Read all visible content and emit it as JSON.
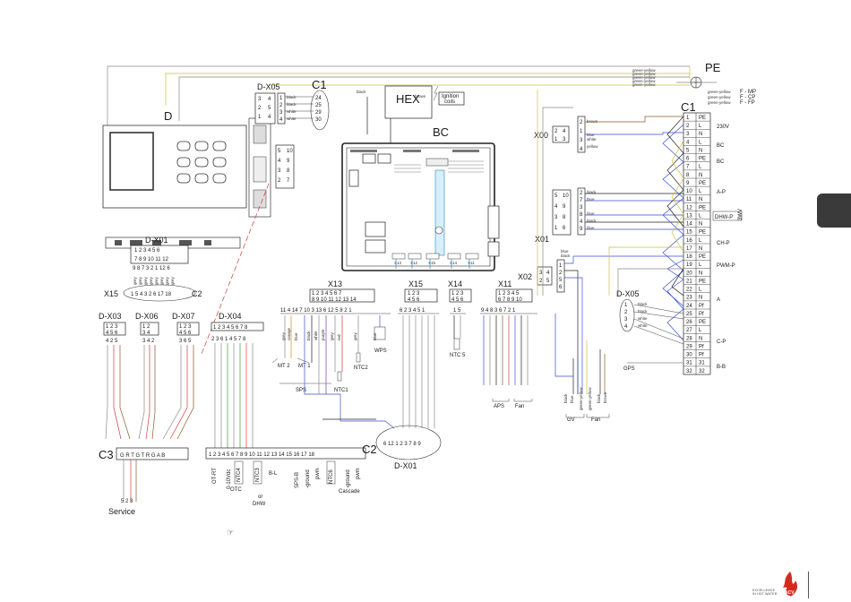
{
  "labels": {
    "pe": "PE",
    "hex": "HEX",
    "ignition": "Ignition",
    "ignition2": "coils",
    "bc": "BC",
    "d": "D",
    "c1_top": "C1",
    "c1_right": "C1",
    "dx05_top": "D-X05",
    "dx05_right": "D-X05",
    "x00": "X00",
    "x01": "X01",
    "x02": "X02",
    "x13": "X13",
    "x15": "X15",
    "x14": "X14",
    "x11": "X11",
    "dx01_left": "D-X01",
    "x15_left": "X15",
    "c2_left": "C2",
    "dx03": "D-X03",
    "dx06": "D-X06",
    "dx07": "D-X07",
    "dx04": "D-X04",
    "c3": "C3",
    "c2_bottom": "C2",
    "dx01_bottom": "D-X01",
    "service": "Service",
    "service_pins": "5 2 3",
    "c3_pins": "G R T G T R G A B",
    "c2_pins": "6 12 1 2 3 7 8 9",
    "bottom_pins": "1 2 3 4 5 6 7 8 9 10 11 12 13 14 15 16 17 18",
    "ot_rt": "OT-RT",
    "v010": "0-10Vdc",
    "ntc4": "NTC4",
    "otc": "OTC",
    "ntc3": "NTC3",
    "or": "or",
    "dhw": "DHW",
    "bl": "B-L",
    "sps_b": "SPS-B",
    "ground1": "-ground",
    "pwm1": "pwm",
    "ntc6": "NTC6",
    "ground2": "-ground",
    "pwm2": "pwm",
    "cascade": "Cascade",
    "mt2": "MT 2",
    "mt1": "MT 1",
    "sps": "SPS",
    "ntc1": "NTC1",
    "ntc2": "NTC2",
    "wps": "WPS",
    "ntc5": "NTC 5",
    "aps": "APS",
    "fan": "Fan",
    "gv": "GV",
    "fan2": "Fan",
    "gps": "GPS",
    "v230": "230V",
    "bc_a": "BC",
    "bc_b": "BC",
    "ap": "A-P",
    "dhwp": "DHW-P",
    "w3": "3WV",
    "chp": "CH-P",
    "pwmp": "PWM-P",
    "a": "A",
    "cp": "C-P",
    "bb": "B-B",
    "fmp": "F - MP",
    "fcp": "F - CP",
    "ffp": "F - FP",
    "dx04_pins": "2 3 6 1 4 5 7 8",
    "x13_pins": "11 4 14 7 10 3 13 6 12 5 8 2 1",
    "x15_pins": "6 2 3 4 5 1",
    "x14_pins": "1 5",
    "x11_pins": "9 4 8 3 6 7 2 1",
    "dx01_pins": "9 8 7 3 2 1 12 6",
    "x15_oval": "1 5 4 3 2 6 17 18",
    "dx03_pins": "4 2 5",
    "dx06_pins": "3 4 2",
    "dx07_pins": "3 6 5",
    "wire_black": "black",
    "wire_brown": "brown",
    "wire_blue": "blue",
    "wire_white": "white",
    "wire_yellow": "yellow",
    "wire_gy": "green-yellow",
    "wire_red": "red",
    "wire_grey": "grey",
    "hand_icon": "☞"
  },
  "c1_rows": [
    {
      "n": "1",
      "t": "PE"
    },
    {
      "n": "2",
      "t": "L"
    },
    {
      "n": "3",
      "t": "N"
    },
    {
      "n": "4",
      "t": "L"
    },
    {
      "n": "5",
      "t": "N"
    },
    {
      "n": "6",
      "t": "PE"
    },
    {
      "n": "7",
      "t": "L"
    },
    {
      "n": "8",
      "t": "N"
    },
    {
      "n": "9",
      "t": "PE"
    },
    {
      "n": "10",
      "t": "L"
    },
    {
      "n": "11",
      "t": "N"
    },
    {
      "n": "12",
      "t": "PE"
    },
    {
      "n": "13",
      "t": "L"
    },
    {
      "n": "14",
      "t": "N"
    },
    {
      "n": "15",
      "t": "PE"
    },
    {
      "n": "16",
      "t": "L"
    },
    {
      "n": "17",
      "t": "N"
    },
    {
      "n": "18",
      "t": "PE"
    },
    {
      "n": "19",
      "t": "L"
    },
    {
      "n": "20",
      "t": "N"
    },
    {
      "n": "21",
      "t": "PE"
    },
    {
      "n": "22",
      "t": "L"
    },
    {
      "n": "23",
      "t": "N"
    },
    {
      "n": "24",
      "t": "Pf"
    },
    {
      "n": "25",
      "t": "Pf"
    },
    {
      "n": "26",
      "t": "PE"
    },
    {
      "n": "27",
      "t": "L"
    },
    {
      "n": "28",
      "t": "N"
    },
    {
      "n": "29",
      "t": "Pf"
    },
    {
      "n": "30",
      "t": "Pf"
    },
    {
      "n": "31",
      "t": "31"
    },
    {
      "n": "32",
      "t": "32"
    }
  ],
  "c1_top_pins": [
    "24",
    "25",
    "29",
    "30"
  ],
  "dx05_top_rows": [
    "1",
    "2",
    "3",
    "4"
  ],
  "dx05_top_colors": [
    "black",
    "black",
    "white",
    "white"
  ],
  "colors": {
    "red": "#d23b3b",
    "green": "#3a9d3a",
    "blue": "#3b4fd0",
    "grey": "#9a9a9a",
    "yellow": "#d6c230",
    "brown": "#8a5a2b",
    "orange": "#e08a2a"
  }
}
